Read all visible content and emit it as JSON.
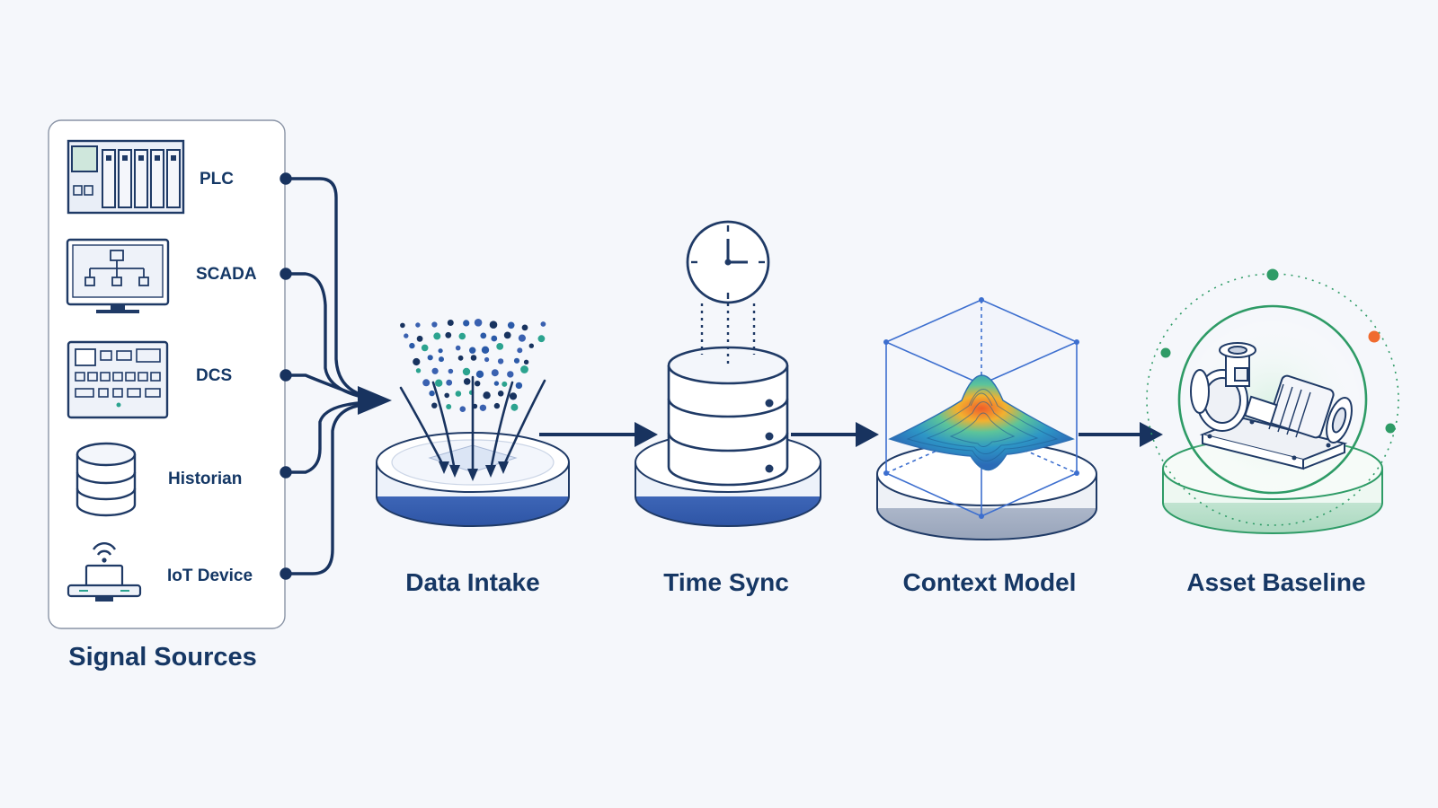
{
  "sources_panel": {
    "title": "Signal Sources",
    "items": [
      {
        "label": "PLC",
        "icon": "plc-rack-icon"
      },
      {
        "label": "SCADA",
        "icon": "scada-monitor-icon"
      },
      {
        "label": "DCS",
        "icon": "dcs-console-icon"
      },
      {
        "label": "Historian",
        "icon": "database-icon"
      },
      {
        "label": "IoT Device",
        "icon": "iot-wifi-device-icon"
      }
    ]
  },
  "stages": [
    {
      "label": "Data Intake",
      "icon": "data-funnel-icon"
    },
    {
      "label": "Time Sync",
      "icon": "clock-database-icon"
    },
    {
      "label": "Context Model",
      "icon": "surface-cube-icon"
    },
    {
      "label": "Asset Baseline",
      "icon": "pump-motor-icon"
    }
  ],
  "colors": {
    "navy": "#18335f",
    "blue": "#3a61b0",
    "teal": "#2ba38f",
    "green": "#2e9b66",
    "orange": "#f06b2f",
    "background": "#f5f7fb"
  }
}
